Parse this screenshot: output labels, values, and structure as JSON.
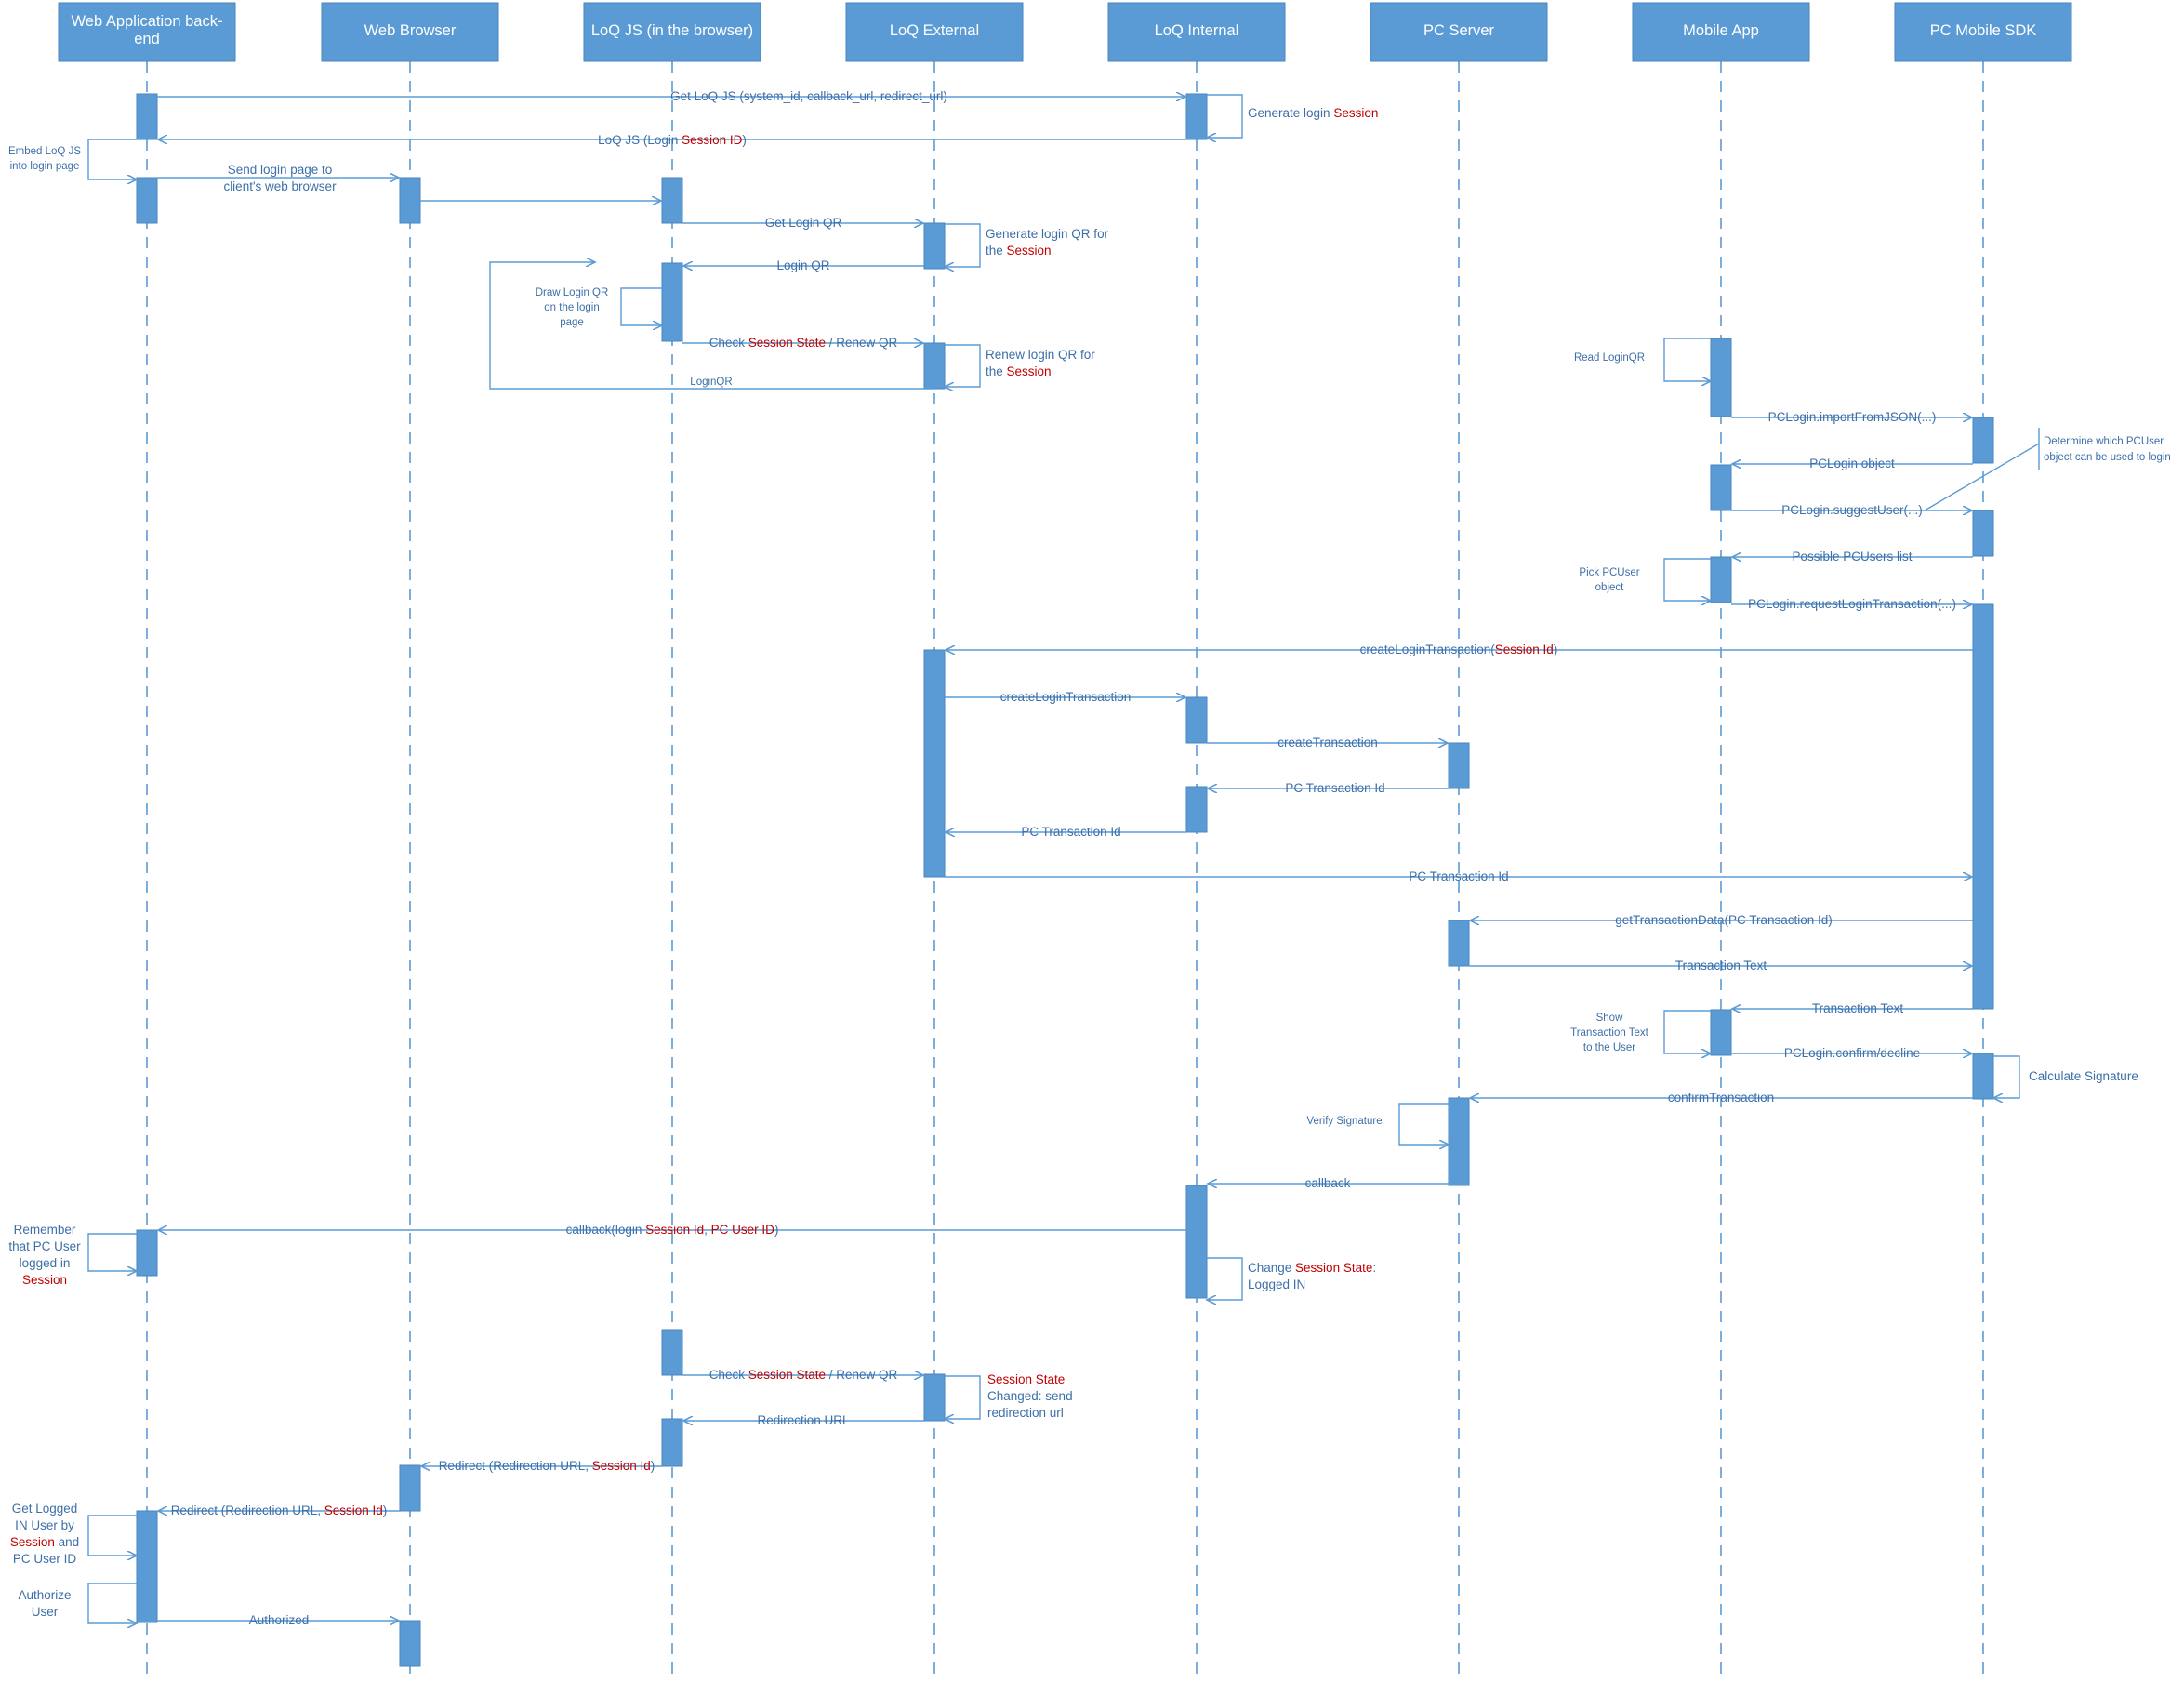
{
  "colors": {
    "header_fill": "#5b9bd5",
    "activation_fill": "#5b9bd5",
    "line": "#5b9bd5",
    "text": "#3d6fa8",
    "highlight": "#c00000"
  },
  "participants": [
    {
      "id": "backend",
      "lines": [
        "Web Application back-",
        "end"
      ]
    },
    {
      "id": "browser",
      "lines": [
        "Web Browser"
      ]
    },
    {
      "id": "loqjs",
      "lines": [
        "LoQ JS (in the browser)"
      ]
    },
    {
      "id": "loqext",
      "lines": [
        "LoQ External"
      ]
    },
    {
      "id": "loqint",
      "lines": [
        "LoQ Internal"
      ]
    },
    {
      "id": "pcserver",
      "lines": [
        "PC Server"
      ]
    },
    {
      "id": "mobileapp",
      "lines": [
        "Mobile App"
      ]
    },
    {
      "id": "sdk",
      "lines": [
        "PC Mobile SDK"
      ]
    }
  ],
  "messages": [
    {
      "from": "backend",
      "to": "loqint",
      "label": [
        {
          "t": "Get LoQ JS (system_id, callback_url, redirect_url)"
        }
      ]
    },
    {
      "from": "loqint",
      "to": "backend",
      "label": [
        {
          "t": "LoQ JS (Login "
        },
        {
          "t": "Session ID",
          "h": true
        },
        {
          "t": ")"
        }
      ]
    },
    {
      "from": "backend",
      "to": "browser",
      "label": [
        {
          "t": "Send login page to"
        }
      ],
      "label2": [
        {
          "t": "client's web browser"
        }
      ]
    },
    {
      "from": "browser",
      "to": "loqjs",
      "label": []
    },
    {
      "from": "loqjs",
      "to": "loqext",
      "label": [
        {
          "t": "Get Login QR"
        }
      ]
    },
    {
      "from": "loqext",
      "to": "loqjs",
      "label": [
        {
          "t": "Login QR"
        }
      ]
    },
    {
      "from": "loqjs",
      "to": "loqext",
      "label": [
        {
          "t": "Check "
        },
        {
          "t": "Session State",
          "h": true
        },
        {
          "t": " / Renew QR"
        }
      ]
    },
    {
      "from": "mobileapp",
      "to": "sdk",
      "label": [
        {
          "t": "PCLogin.importFromJSON(...)"
        }
      ]
    },
    {
      "from": "sdk",
      "to": "mobileapp",
      "label": [
        {
          "t": "PCLogin object"
        }
      ]
    },
    {
      "from": "mobileapp",
      "to": "sdk",
      "label": [
        {
          "t": "PCLogin.suggestUser(...)"
        }
      ]
    },
    {
      "from": "sdk",
      "to": "mobileapp",
      "label": [
        {
          "t": "Possible PCUsers list"
        }
      ]
    },
    {
      "from": "mobileapp",
      "to": "sdk",
      "label": [
        {
          "t": "PCLogin.requestLoginTransaction(...)"
        }
      ]
    },
    {
      "from": "sdk",
      "to": "loqext",
      "label": [
        {
          "t": "createLoginTransaction("
        },
        {
          "t": "Session Id",
          "h": true
        },
        {
          "t": ")"
        }
      ]
    },
    {
      "from": "loqext",
      "to": "loqint",
      "label": [
        {
          "t": "createLoginTransaction"
        }
      ]
    },
    {
      "from": "loqint",
      "to": "pcserver",
      "label": [
        {
          "t": "createTransaction"
        }
      ]
    },
    {
      "from": "pcserver",
      "to": "loqint",
      "label": [
        {
          "t": "PC Transaction Id"
        }
      ]
    },
    {
      "from": "loqint",
      "to": "loqext",
      "label": [
        {
          "t": "PC Transaction Id"
        }
      ]
    },
    {
      "from": "loqext",
      "to": "sdk",
      "label": [
        {
          "t": "PC Transaction Id"
        }
      ]
    },
    {
      "from": "sdk",
      "to": "pcserver",
      "label": [
        {
          "t": "getTransactionData(PC Transaction Id)"
        }
      ]
    },
    {
      "from": "pcserver",
      "to": "sdk",
      "label": [
        {
          "t": "Transaction Text"
        }
      ]
    },
    {
      "from": "sdk",
      "to": "mobileapp",
      "label": [
        {
          "t": "Transaction Text"
        }
      ]
    },
    {
      "from": "mobileapp",
      "to": "sdk",
      "label": [
        {
          "t": "PCLogin.confirm/decline"
        }
      ]
    },
    {
      "from": "sdk",
      "to": "pcserver",
      "label": [
        {
          "t": "confirmTransaction"
        }
      ]
    },
    {
      "from": "pcserver",
      "to": "loqint",
      "label": [
        {
          "t": "callback"
        }
      ]
    },
    {
      "from": "loqint",
      "to": "backend",
      "label": [
        {
          "t": "callback(login "
        },
        {
          "t": "Session Id",
          "h": true
        },
        {
          "t": ", "
        },
        {
          "t": "PC User ID",
          "h": true
        },
        {
          "t": ")"
        }
      ]
    },
    {
      "from": "loqjs",
      "to": "loqext",
      "label": [
        {
          "t": "Check "
        },
        {
          "t": "Session State",
          "h": true
        },
        {
          "t": " / Renew QR"
        }
      ]
    },
    {
      "from": "loqext",
      "to": "loqjs",
      "label": [
        {
          "t": "Redirection URL"
        }
      ]
    },
    {
      "from": "loqjs",
      "to": "browser",
      "label": [
        {
          "t": "Redirect (Redirection URL, "
        },
        {
          "t": "Session Id",
          "h": true
        },
        {
          "t": ")"
        }
      ]
    },
    {
      "from": "browser",
      "to": "backend",
      "label": [
        {
          "t": "Redirect (Redirection URL, "
        },
        {
          "t": "Session Id",
          "h": true
        },
        {
          "t": ")"
        }
      ]
    },
    {
      "from": "backend",
      "to": "browser",
      "label": [
        {
          "t": "Authorized"
        }
      ]
    }
  ],
  "self_notes": [
    {
      "participant": "loqint",
      "lines": [
        [
          {
            "t": "Generate login "
          },
          {
            "t": "Session",
            "h": true
          }
        ]
      ]
    },
    {
      "participant": "backend",
      "lines": [
        [
          {
            "t": "Embed LoQ JS"
          }
        ],
        [
          {
            "t": "into login page"
          }
        ]
      ]
    },
    {
      "participant": "loqext",
      "lines": [
        [
          {
            "t": "Generate login QR for"
          }
        ],
        [
          {
            "t": "the "
          },
          {
            "t": "Session",
            "h": true
          }
        ]
      ]
    },
    {
      "participant": "loqjs",
      "lines": [
        [
          {
            "t": "Draw Login QR"
          }
        ],
        [
          {
            "t": "on the login"
          }
        ],
        [
          {
            "t": "page"
          }
        ]
      ]
    },
    {
      "participant": "loqext",
      "lines": [
        [
          {
            "t": "Renew login QR for"
          }
        ],
        [
          {
            "t": "the "
          },
          {
            "t": "Session",
            "h": true
          }
        ]
      ]
    },
    {
      "participant": "loqjs",
      "lines": [
        [
          {
            "t": "LoginQR"
          }
        ]
      ]
    },
    {
      "participant": "mobileapp",
      "lines": [
        [
          {
            "t": "Read LoginQR"
          }
        ]
      ]
    },
    {
      "participant": "mobileapp",
      "lines": [
        [
          {
            "t": "Pick PCUser"
          }
        ],
        [
          {
            "t": "object"
          }
        ]
      ]
    },
    {
      "participant": "mobileapp",
      "lines": [
        [
          {
            "t": "Show"
          }
        ],
        [
          {
            "t": "Transaction Text"
          }
        ],
        [
          {
            "t": "to the User"
          }
        ]
      ]
    },
    {
      "participant": "sdk",
      "lines": [
        [
          {
            "t": "Calculate Signature"
          }
        ]
      ]
    },
    {
      "participant": "pcserver",
      "lines": [
        [
          {
            "t": "Verify Signature"
          }
        ]
      ]
    },
    {
      "participant": "backend",
      "lines": [
        [
          {
            "t": "Remember"
          }
        ],
        [
          {
            "t": "that PC User"
          }
        ],
        [
          {
            "t": "logged in"
          }
        ],
        [
          {
            "t": "Session",
            "h": true
          }
        ]
      ]
    },
    {
      "participant": "loqint",
      "lines": [
        [
          {
            "t": "Change "
          },
          {
            "t": "Session State",
            "h": true
          },
          {
            "t": ":"
          }
        ],
        [
          {
            "t": "Logged IN"
          }
        ]
      ]
    },
    {
      "participant": "loqext",
      "lines": [
        [
          {
            "t": "Session State",
            "h": true
          }
        ],
        [
          {
            "t": "Changed: send"
          }
        ],
        [
          {
            "t": "redirection url"
          }
        ]
      ]
    },
    {
      "participant": "backend",
      "lines": [
        [
          {
            "t": "Get Logged"
          }
        ],
        [
          {
            "t": "IN User by"
          }
        ],
        [
          {
            "t": "Session",
            "h": true
          },
          {
            "t": " and"
          }
        ],
        [
          {
            "t": "PC User ID"
          }
        ]
      ]
    },
    {
      "participant": "backend",
      "lines": [
        [
          {
            "t": "Authorize"
          }
        ],
        [
          {
            "t": "User"
          }
        ]
      ]
    }
  ],
  "annotations": [
    {
      "participant": "sdk",
      "lines": [
        [
          {
            "t": "Determine which PCUser"
          }
        ],
        [
          {
            "t": "object can be used to login"
          }
        ]
      ]
    }
  ]
}
